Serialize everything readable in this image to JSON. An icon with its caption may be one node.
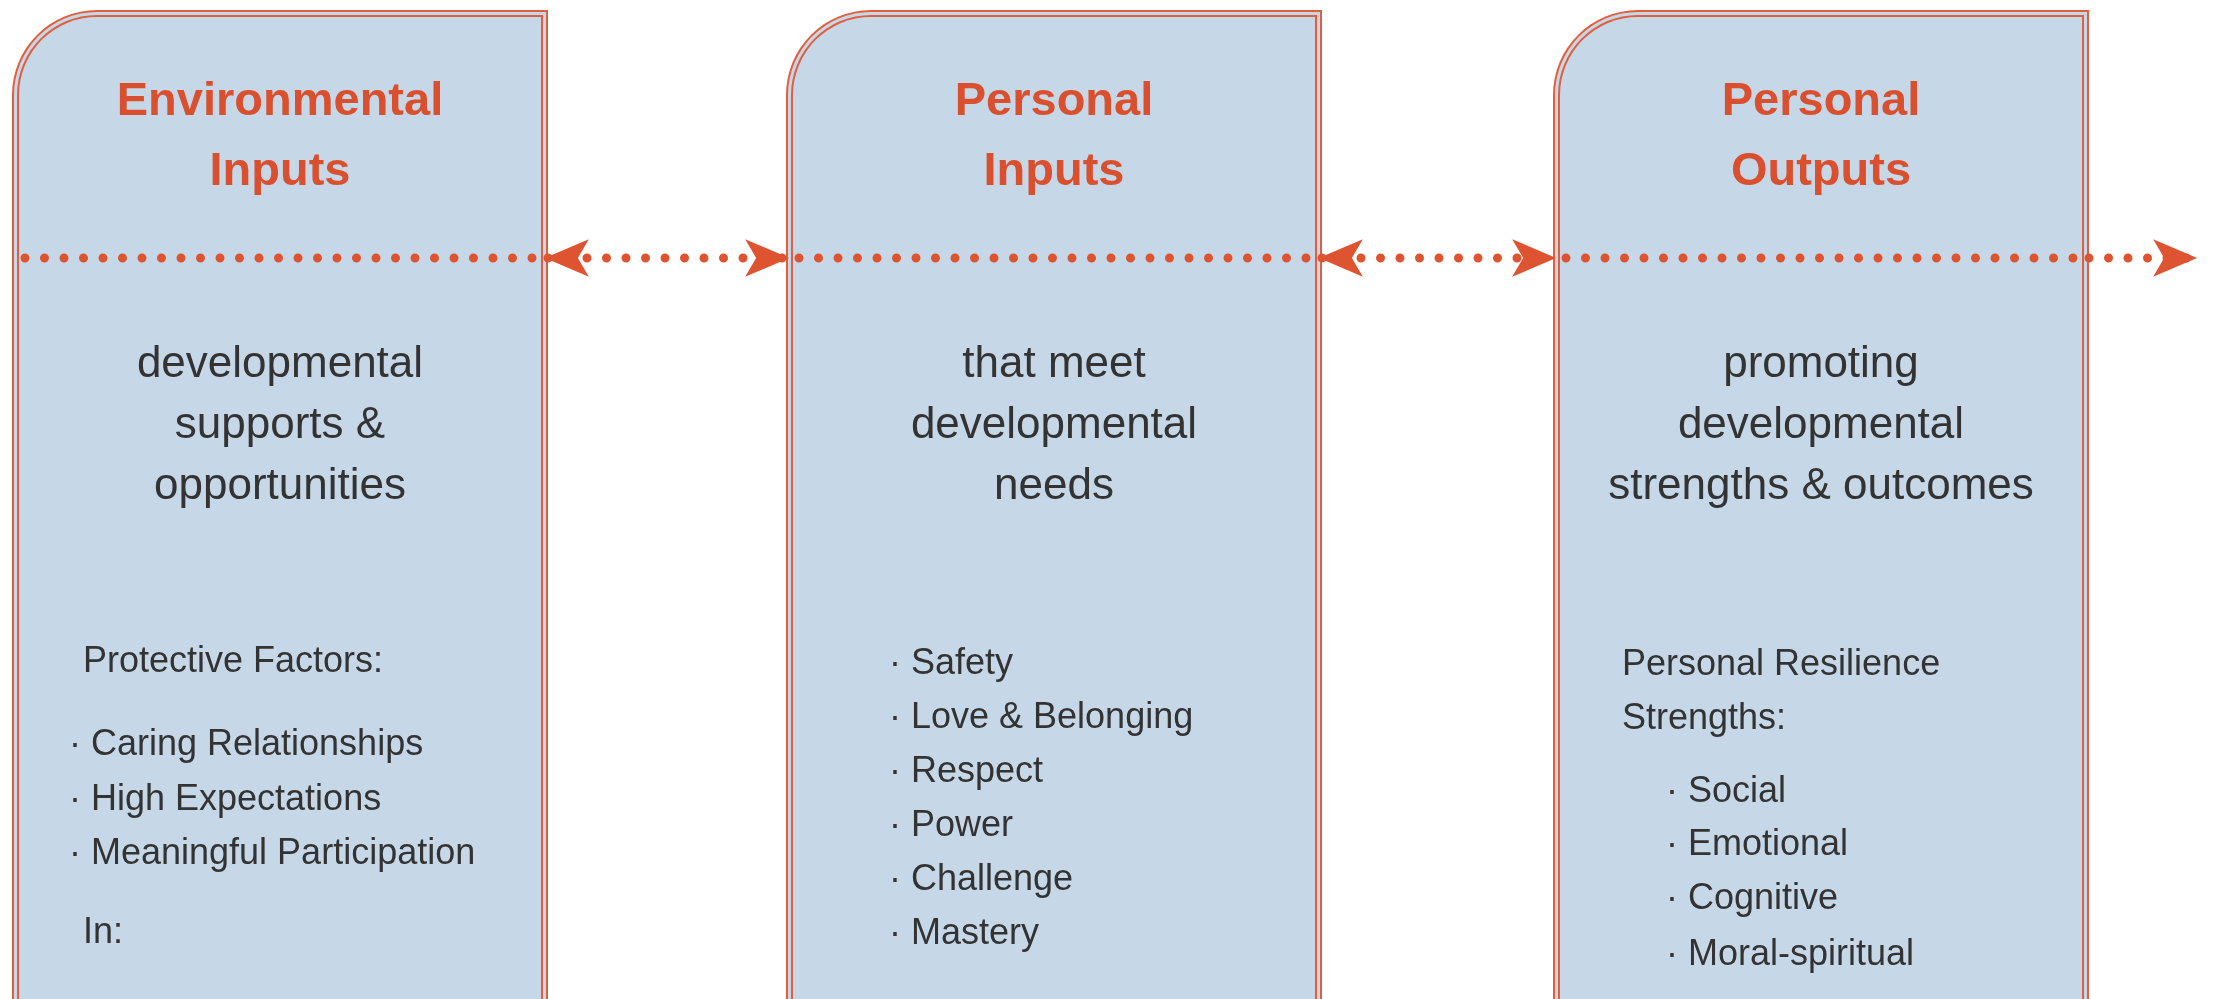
{
  "diagram": {
    "nodes": [
      {
        "text": [
          "Environmental Inputs",
          "developmental supports & opportunities",
          "Protective Factors:",
          "· Caring Relationships",
          "· High Expectations",
          "· Meaningful Participation",
          "In:"
        ]
      },
      {
        "text": [
          "Personal Inputs",
          "that meet developmental needs",
          "· Safety",
          "· Love & Belonging",
          "· Respect",
          "· Power",
          "· Challenge",
          "· Mastery"
        ]
      },
      {
        "text": [
          "Personal Outputs",
          "promoting developmental strengths & outcomes",
          "Personal Resilience Strengths:",
          "· Social",
          "· Emotional",
          "· Cognitive",
          "· Moral-spiritual"
        ]
      }
    ],
    "edges": [
      {
        "from": 0,
        "to": 1,
        "arrow": "both"
      },
      {
        "from": 1,
        "to": 2,
        "arrow": "both"
      },
      {
        "from": 2,
        "to": null,
        "arrow": "to"
      }
    ]
  }
}
